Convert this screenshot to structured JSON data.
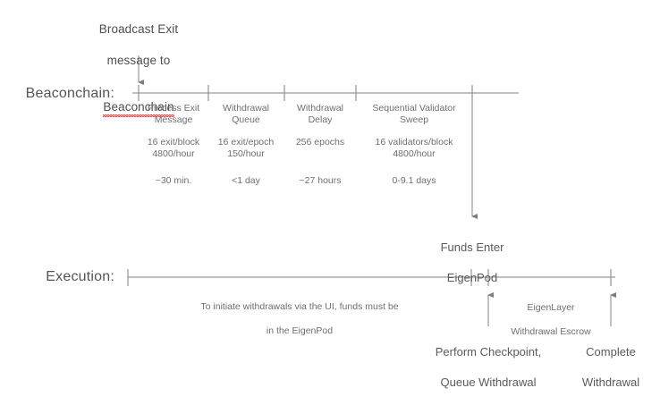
{
  "diagram": {
    "title_top": {
      "line1": "Broadcast Exit",
      "line2": "message to",
      "line3": "Beaconchain",
      "misspelled_word": "Beaconchain",
      "underline_color": "#e03a3a"
    },
    "axes": {
      "beaconchain_label": "Beaconchain:",
      "execution_label": "Execution:"
    },
    "beaconchain_phases": [
      {
        "title": "Process Exit\nMessage",
        "rate": "16 exit/block\n4800/hour",
        "duration": "~30 min."
      },
      {
        "title": "Withdrawal\nQueue",
        "rate": "16 exit/epoch\n150/hour",
        "duration": "<1 day"
      },
      {
        "title": "Withdrawal\nDelay",
        "rate": "256 epochs",
        "duration": "~27 hours"
      },
      {
        "title": "Sequential Validator\nSweep",
        "rate": "16 validators/block\n4800/hour",
        "duration": "0-9.1 days"
      }
    ],
    "funds_enter": {
      "line1": "Funds Enter",
      "line2": "EigenPod"
    },
    "execution_note": {
      "line1": "To initiate withdrawals via the UI, funds must be",
      "line2": "in the EigenPod"
    },
    "escrow_note": {
      "line1": "EigenLayer",
      "line2": "Withdrawal Escrow"
    },
    "bottom_events": [
      {
        "line1": "Perform Checkpoint,",
        "line2": "Queue Withdrawal"
      },
      {
        "line1": "Complete",
        "line2": "Withdrawal"
      }
    ],
    "colors": {
      "line": "#9a9a9a",
      "text": "#6b6b6b",
      "spellcheck": "#e03a3a",
      "background": "#ffffff"
    }
  }
}
